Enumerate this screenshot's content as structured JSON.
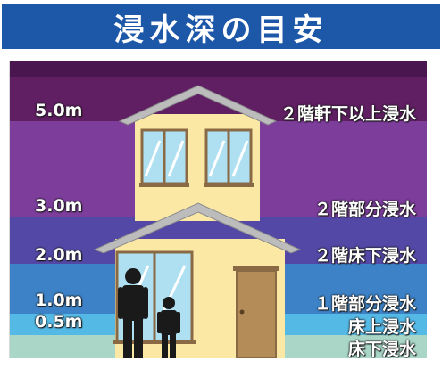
{
  "title": "浸水深の目安",
  "levels": [
    {
      "depth": "5.0m",
      "description": "２階軒下以上浸水",
      "color": "#5f1f62"
    },
    {
      "depth": "3.0m",
      "description": "２階部分浸水",
      "color": "#7c3d9b"
    },
    {
      "depth": "2.0m",
      "description": "２階床下浸水",
      "color": "#5448a6"
    },
    {
      "depth": "1.0m",
      "description": "１階部分浸水",
      "color": "#3d82c6"
    },
    {
      "depth": "0.5m",
      "description": "床上浸水",
      "color": "#55b9e6"
    },
    {
      "depth": "",
      "description": "床下浸水",
      "color": "#a9d6c6"
    }
  ],
  "colors": {
    "title_bar": "#1d57a8",
    "band_top_strip": "#4a1650",
    "house_wall": "#fbe8a5",
    "house_roof": "#bcbcbc",
    "window_glass": "#aee0f2",
    "door": "#b48c58",
    "person": "#1a1a1a"
  }
}
